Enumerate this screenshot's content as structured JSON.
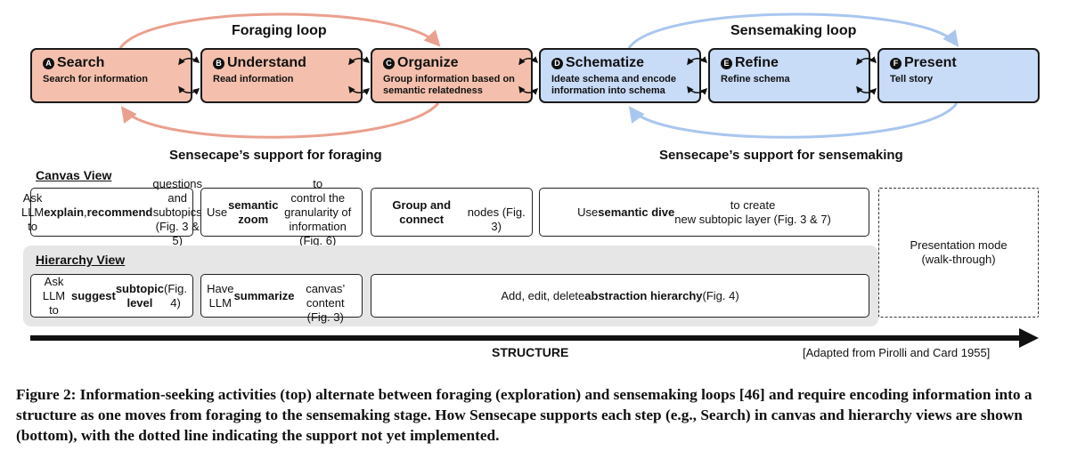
{
  "loops": {
    "foraging": "Foraging loop",
    "sensemaking": "Sensemaking loop"
  },
  "steps": [
    {
      "letter": "A",
      "title": "Search",
      "desc": "Search for information"
    },
    {
      "letter": "B",
      "title": "Understand",
      "desc": "Read information"
    },
    {
      "letter": "C",
      "title": "Organize",
      "desc": "Group information based on semantic relatedness"
    },
    {
      "letter": "D",
      "title": "Schematize",
      "desc": "Ideate schema and encode information into schema"
    },
    {
      "letter": "E",
      "title": "Refine",
      "desc": "Refine schema"
    },
    {
      "letter": "F",
      "title": "Present",
      "desc": "Tell story"
    }
  ],
  "support": {
    "foraging": "Sensecape’s support for foraging",
    "sensemaking": "Sensecape’s support for sensemaking"
  },
  "canvas_view": {
    "title": "Canvas View",
    "cards": [
      {
        "html": "Ask LLM to <b>explain</b>,<br><b>recommend</b> questions<br>and subtopics (Fig. 3 &amp; 5)"
      },
      {
        "html": "Use <b>semantic zoom</b> to<br>control the granularity of<br>information (Fig. 6)"
      },
      {
        "html": "<b>Group and connect</b><br>nodes (Fig. 3)"
      },
      {
        "html": "Use <b>semantic dive</b> to create<br>new subtopic layer (Fig. 3 &amp; 7)"
      }
    ]
  },
  "presentation": {
    "line1": "Presentation mode",
    "line2": "(walk-through)"
  },
  "hierarchy_view": {
    "title": "Hierarchy View",
    "cards": [
      {
        "html": "Ask LLM to <b>suggest</b><br><b>subtopic level</b> (Fig. 4)"
      },
      {
        "html": "Have LLM <b>summarize</b><br>canvas’ content (Fig. 3)"
      },
      {
        "html": "Add, edit, delete <b>abstraction hierarchy</b> (Fig. 4)"
      }
    ]
  },
  "structure_label": "STRUCTURE",
  "adapted": "[Adapted from Pirolli and Card 1955]",
  "caption": "Figure 2: Information-seeking activities (top) alternate between foraging (exploration) and sensemaking loops [46] and require encoding information into a structure as one moves from foraging to the sensemaking stage. How Sensecape supports each step (e.g., Search) in canvas and hierarchy views are shown (bottom), with the dotted line indicating the support not yet implemented.",
  "colors": {
    "forage_fill": "#f4c0ad",
    "forage_arc": "#eaa08e",
    "sense_fill": "#c8dbf7",
    "sense_arc": "#a9c6ef",
    "hierarchy_bg": "#e6e6e6"
  },
  "icons": {
    "connector": "bidirectional-curved-arrow-icon",
    "axis": "arrow-right-icon"
  }
}
